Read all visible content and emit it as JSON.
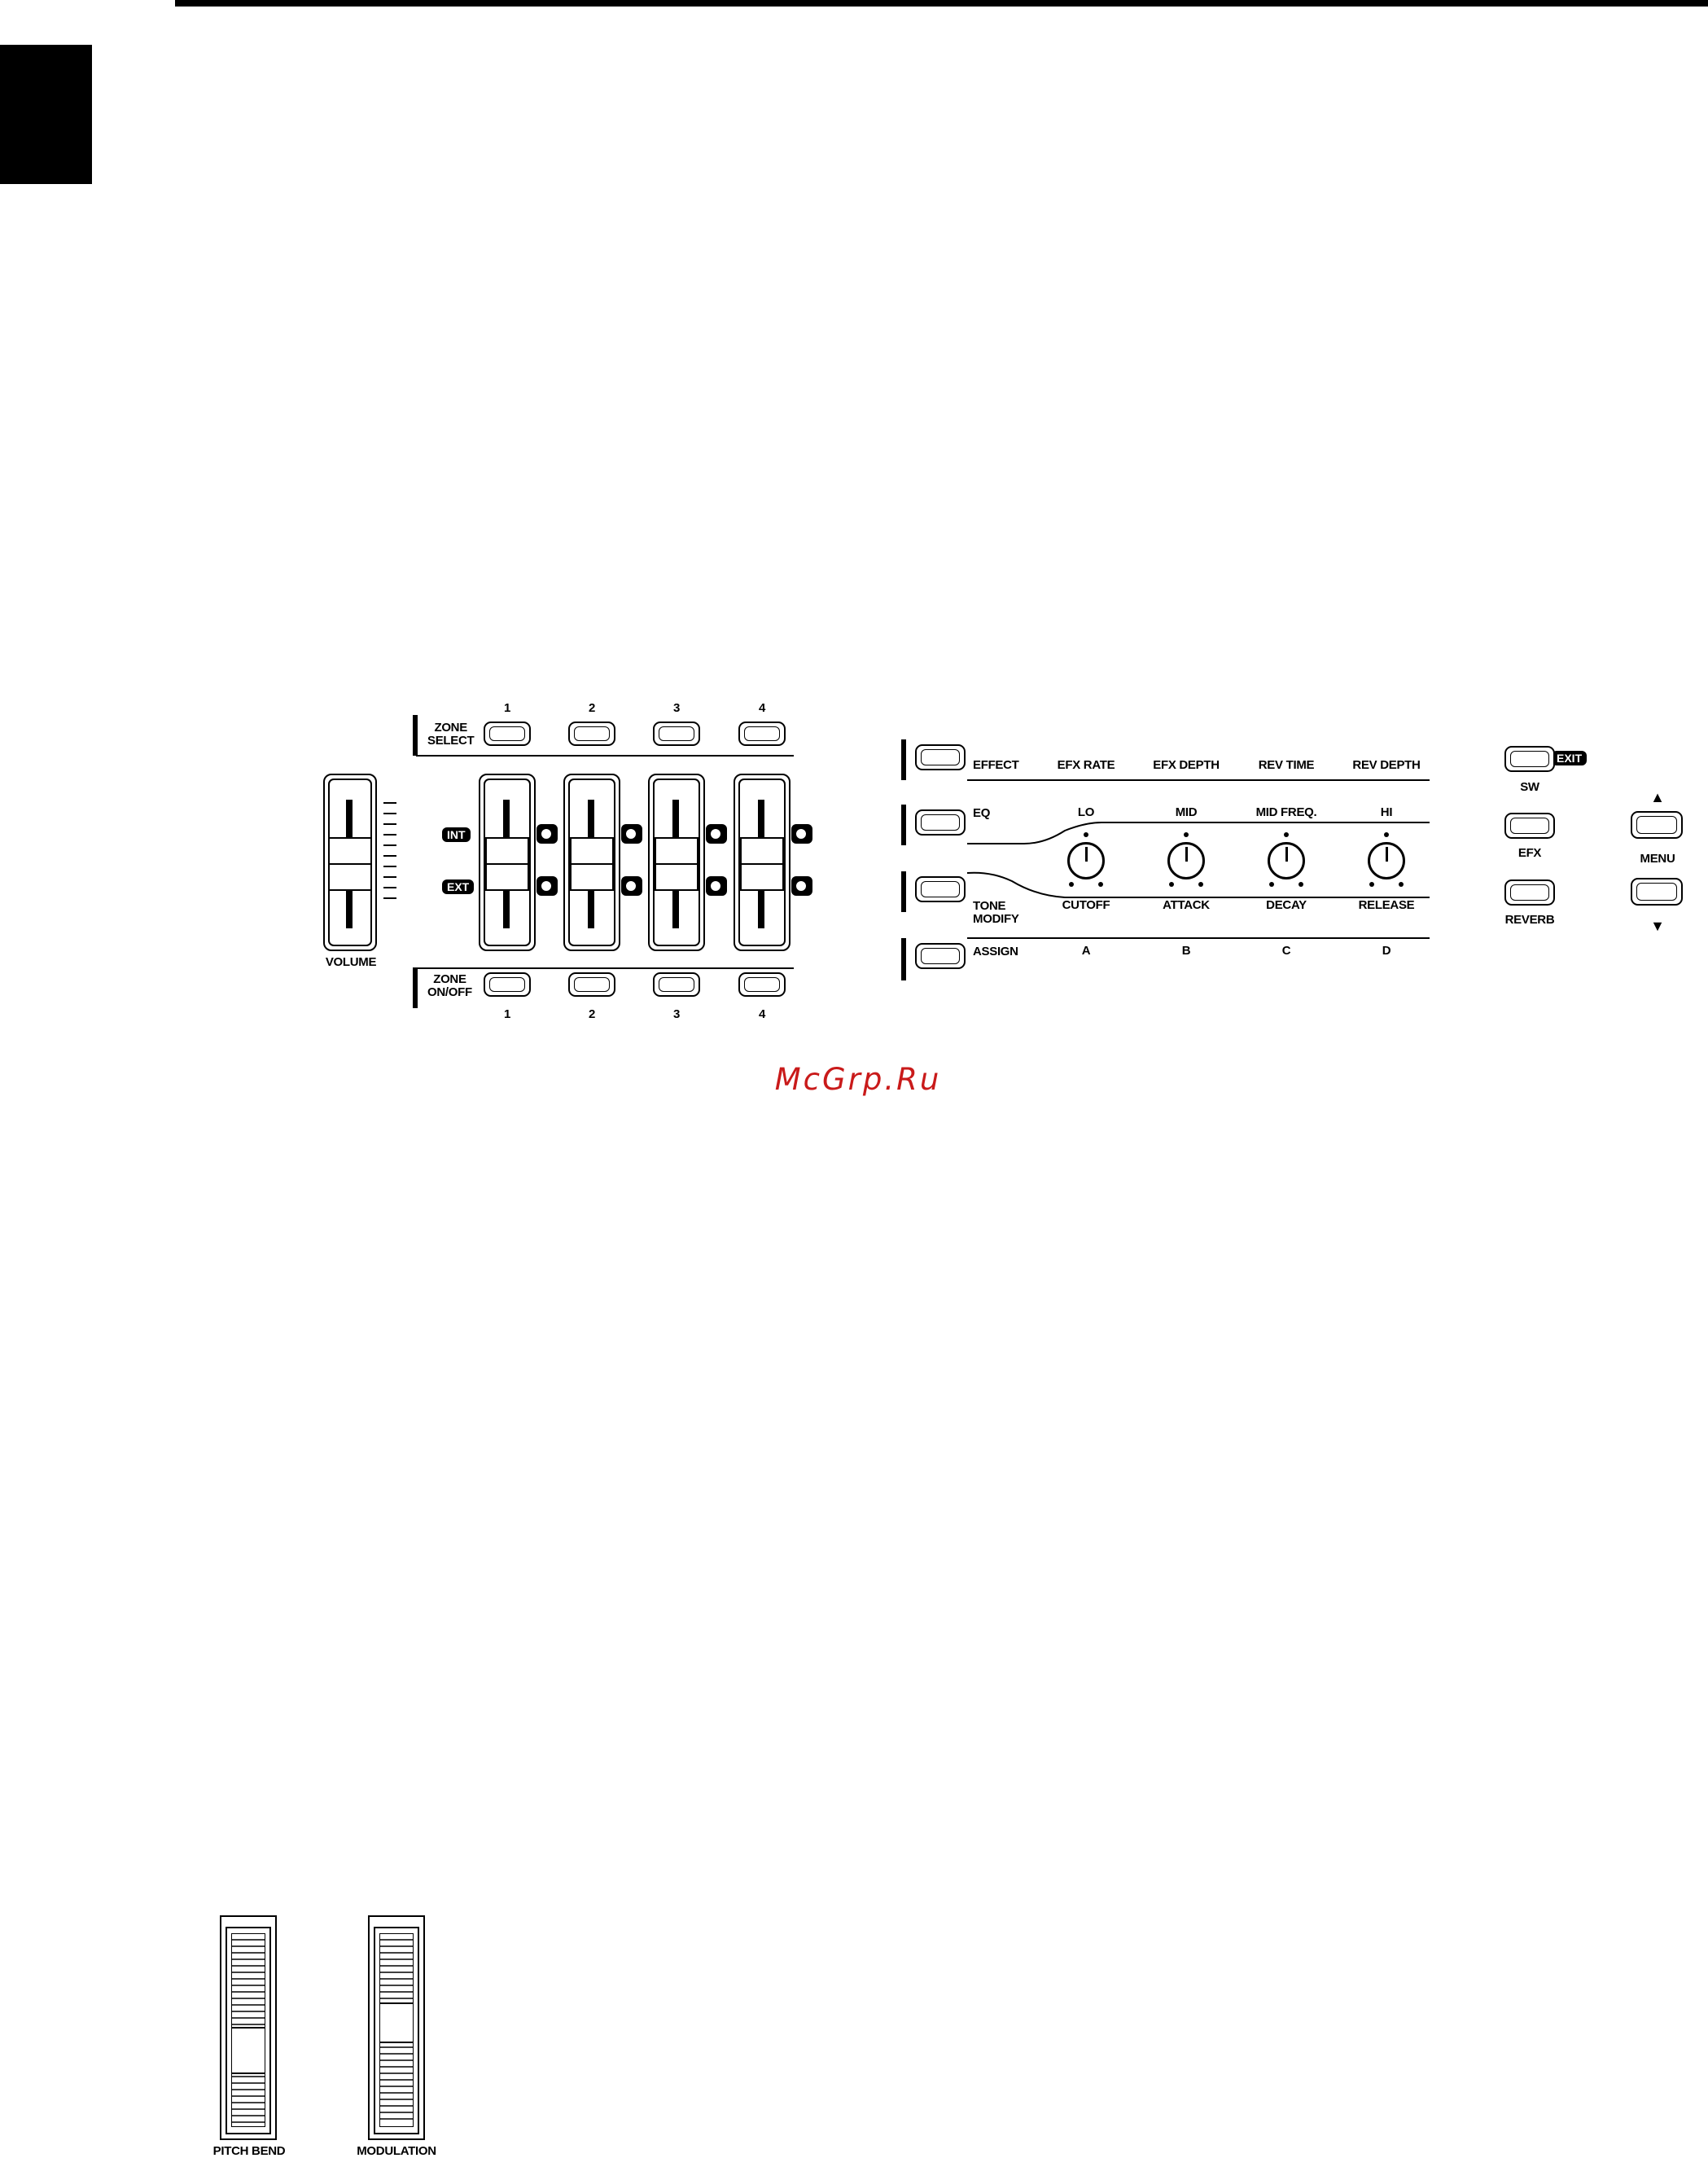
{
  "zone_select": {
    "label_line1": "ZONE",
    "label_line2": "SELECT",
    "numbers": [
      "1",
      "2",
      "3",
      "4"
    ]
  },
  "zone_onoff": {
    "label_line1": "ZONE",
    "label_line2": "ON/OFF",
    "numbers": [
      "1",
      "2",
      "3",
      "4"
    ]
  },
  "volume_label": "VOLUME",
  "int_label": "INT",
  "ext_label": "EXT",
  "effect_row": {
    "button": "EFFECT",
    "params": [
      "EFX RATE",
      "EFX DEPTH",
      "REV TIME",
      "REV DEPTH"
    ]
  },
  "eq_row": {
    "button": "EQ",
    "params": [
      "LO",
      "MID",
      "MID FREQ.",
      "HI"
    ]
  },
  "tone_modify_row": {
    "button_line1": "TONE",
    "button_line2": "MODIFY",
    "params": [
      "CUTOFF",
      "ATTACK",
      "DECAY",
      "RELEASE"
    ]
  },
  "assign_row": {
    "button": "ASSIGN",
    "params": [
      "A",
      "B",
      "C",
      "D"
    ]
  },
  "right_buttons": {
    "sw": "SW",
    "exit": "EXIT",
    "efx": "EFX",
    "reverb": "REVERB",
    "menu": "MENU",
    "up_arrow": "▲",
    "down_arrow": "▼"
  },
  "watermark": "McGrp.Ru",
  "wheels": {
    "pitch_bend": "PITCH BEND",
    "modulation": "MODULATION"
  }
}
